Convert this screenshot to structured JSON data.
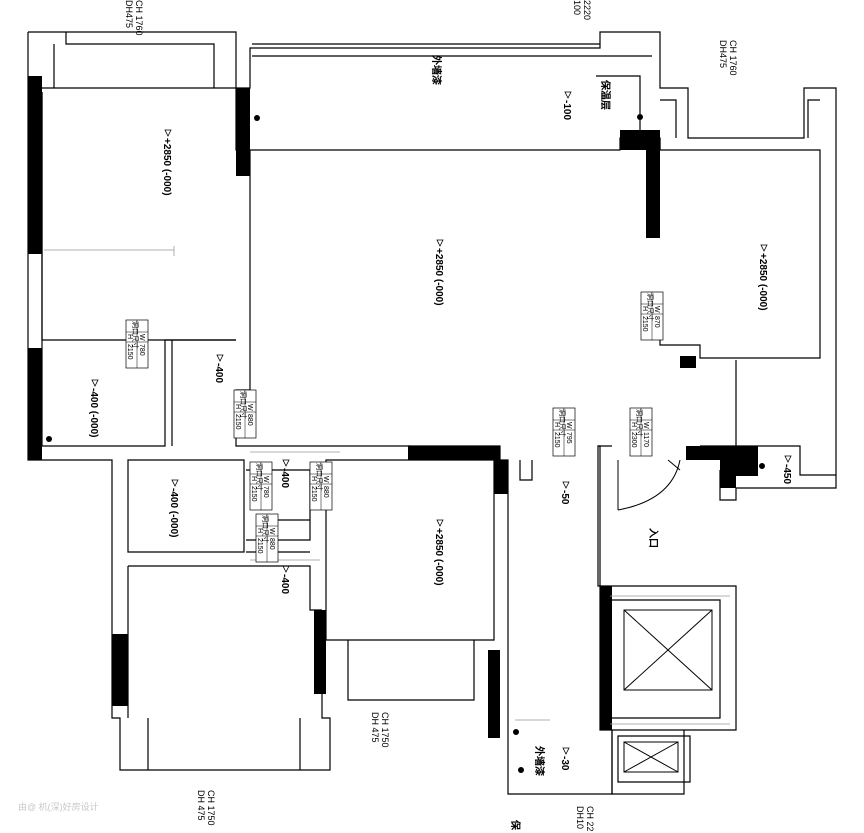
{
  "plan": {
    "watermark": "由@ 机(深)好房设计",
    "window_tags": [
      {
        "id": "wt1",
        "ch": "CH 1760",
        "dh": "DH475"
      },
      {
        "id": "wt2",
        "ch": "CH 1760",
        "dh": "DH475"
      },
      {
        "id": "wt3",
        "ch": "CH 1750",
        "dh": "DH 475"
      },
      {
        "id": "wt4",
        "ch": "CH 1750",
        "dh": "DH 475"
      },
      {
        "id": "wt5",
        "ch": "2220",
        "dh": "100"
      },
      {
        "id": "wt6",
        "ch": "CH 22",
        "dh": "DH10"
      }
    ],
    "levels": [
      "+2850 (-000)",
      "+2850 (-000)",
      "+2850 (-000)",
      "-400 (-000)",
      "-400 (-000)",
      "+2850 (-000)",
      "-400",
      "-400",
      "-400",
      "-50",
      "-30",
      "-450",
      "-100"
    ],
    "annotations": {
      "outer_wall_1": "外墙漆",
      "outer_wall_2": "外墙漆",
      "insulation": "保温层",
      "insulation_cut": "保",
      "entrance": "入口"
    },
    "door_tables": [
      {
        "head": "洞口尺寸",
        "w": "W",
        "h": "H",
        "wv": "780",
        "hv": "2150"
      },
      {
        "head": "洞口尺寸",
        "w": "W",
        "h": "H",
        "wv": "880",
        "hv": "2150"
      },
      {
        "head": "洞口尺寸",
        "w": "W",
        "h": "H",
        "wv": "780",
        "hv": "2150"
      },
      {
        "head": "洞口尺寸",
        "w": "W",
        "h": "H",
        "wv": "880",
        "hv": "2150"
      },
      {
        "head": "洞口尺寸",
        "w": "W",
        "h": "H",
        "wv": "880",
        "hv": "2150"
      },
      {
        "head": "洞口尺寸",
        "w": "W",
        "h": "H",
        "wv": "795",
        "hv": "2150"
      },
      {
        "head": "洞口尺寸",
        "w": "W",
        "h": "H",
        "wv": "1170",
        "hv": "2300"
      },
      {
        "head": "洞口尺寸",
        "w": "W",
        "h": "H",
        "wv": "870",
        "hv": "2150"
      }
    ]
  }
}
